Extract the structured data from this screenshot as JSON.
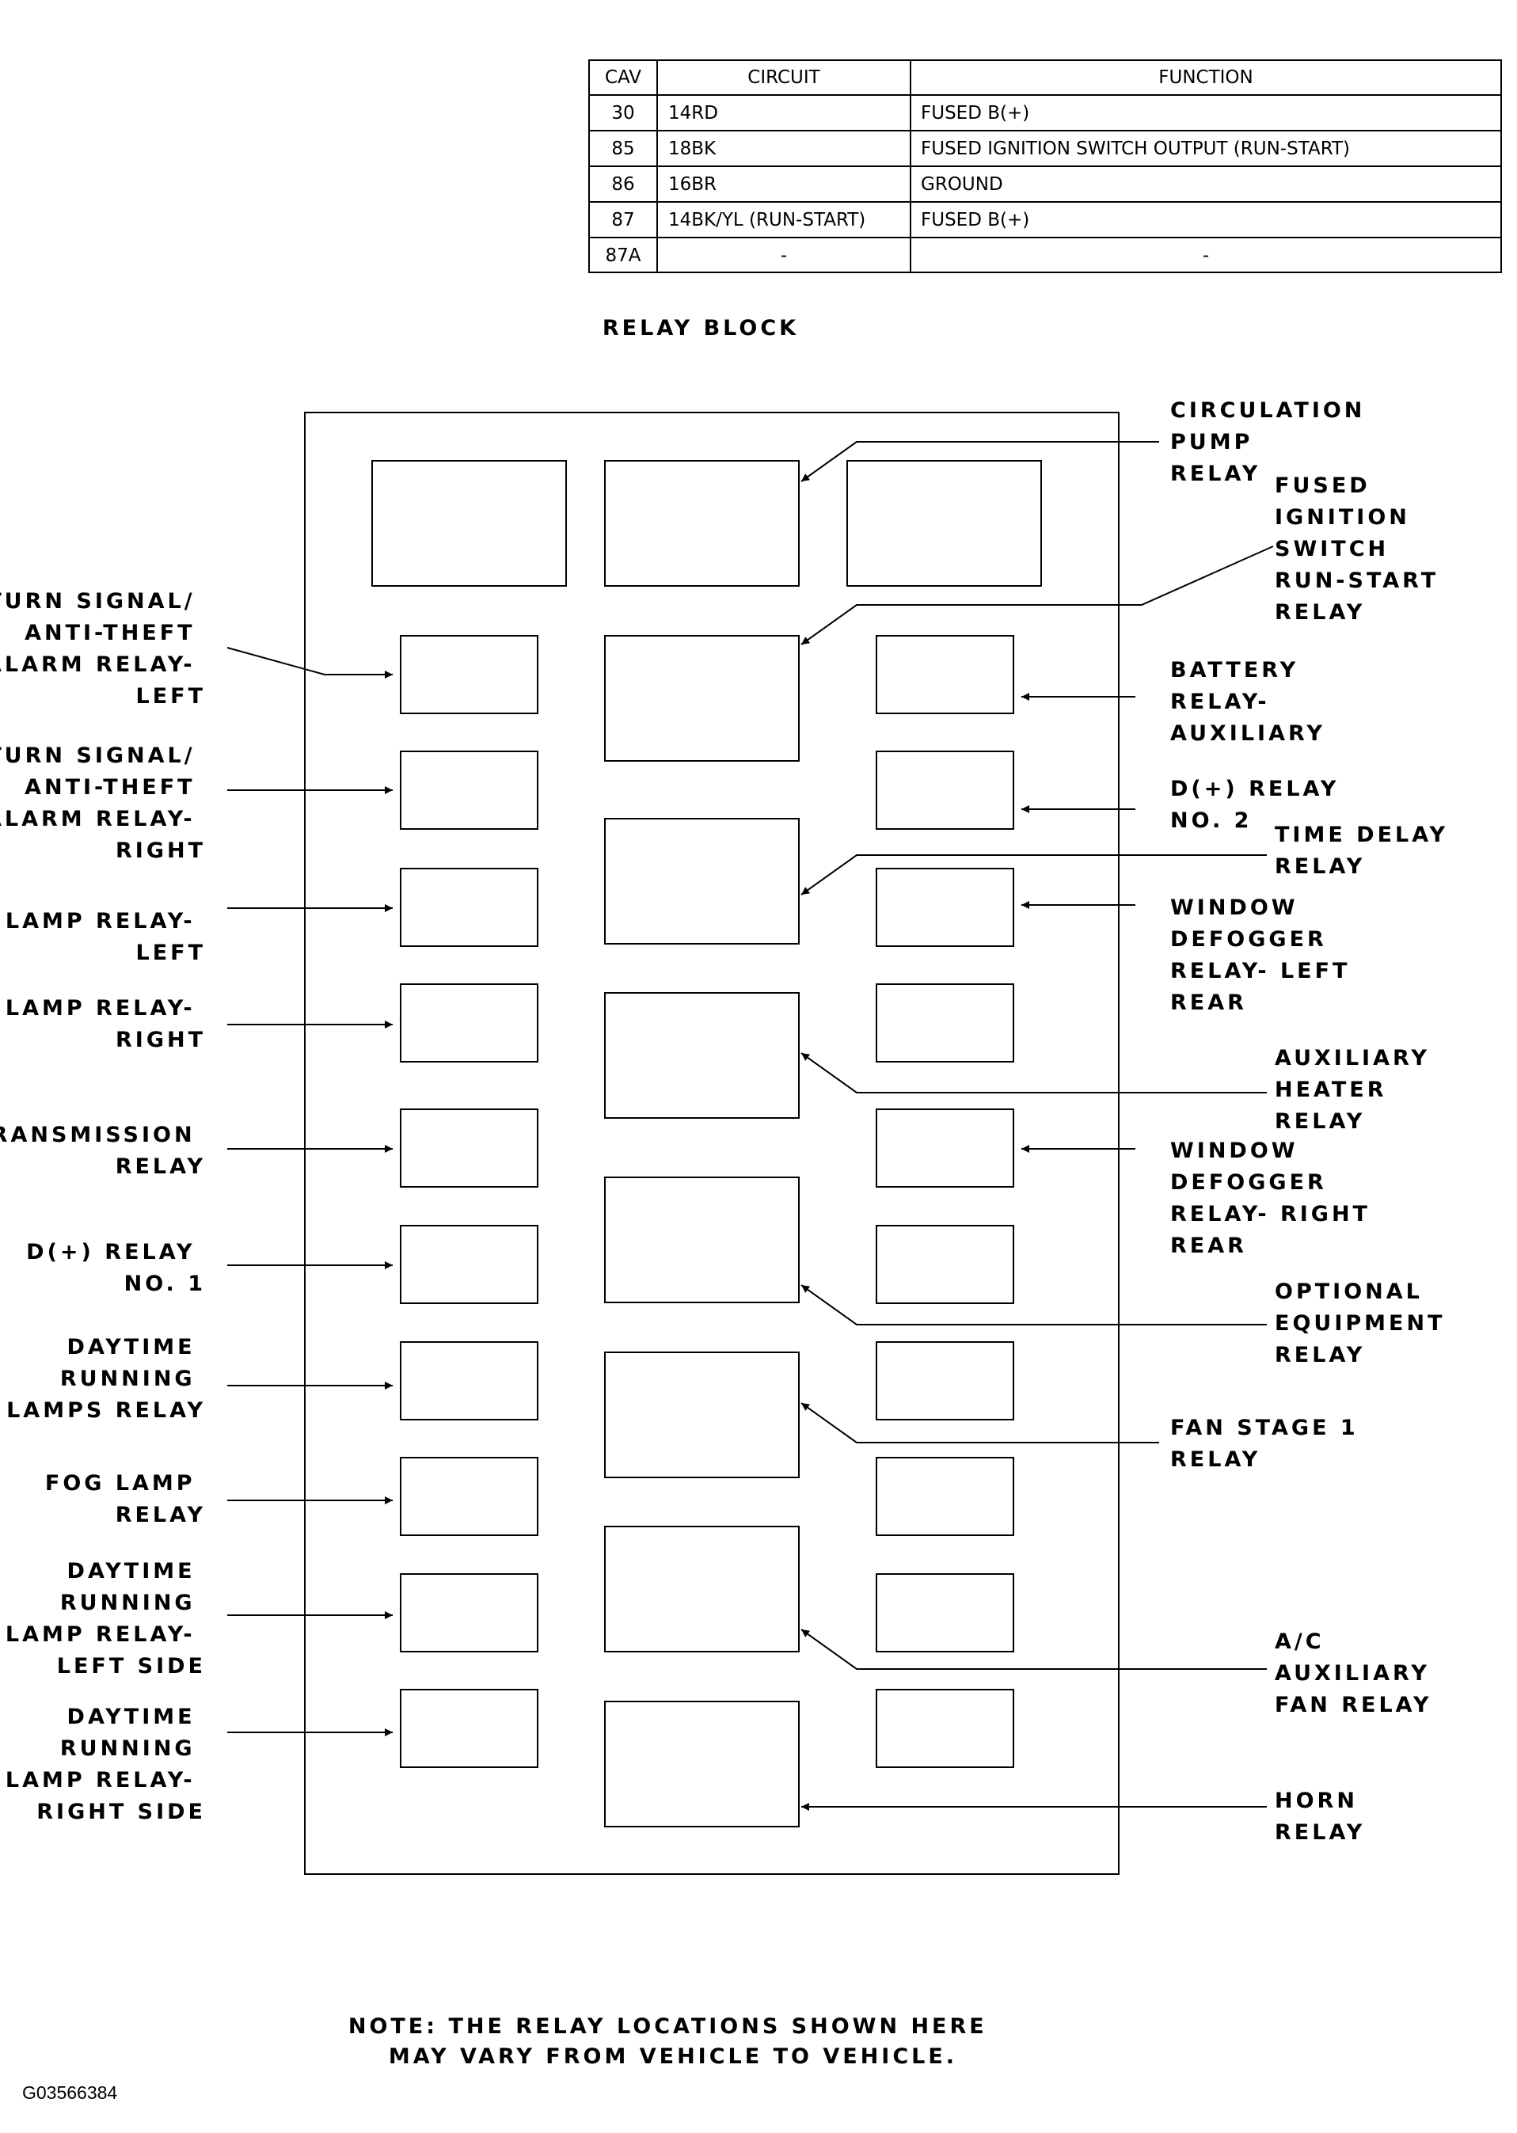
{
  "table": {
    "headers": [
      "CAV",
      "CIRCUIT",
      "FUNCTION"
    ],
    "rows": [
      [
        "30",
        "14RD",
        "FUSED B(+)"
      ],
      [
        "85",
        "18BK",
        "FUSED IGNITION SWITCH OUTPUT (RUN-START)"
      ],
      [
        "86",
        "16BR",
        "GROUND"
      ],
      [
        "87",
        "14BK/YL (RUN-START)",
        "FUSED B(+)"
      ],
      [
        "87A",
        "-",
        "-"
      ]
    ]
  },
  "title": "RELAY BLOCK",
  "labels": {
    "left": [
      [
        "TURN SIGNAL/",
        "ANTI-THEFT",
        "ALARM RELAY-",
        "LEFT"
      ],
      [
        "TURN SIGNAL/",
        "ANTI-THEFT",
        "ALARM RELAY-",
        "RIGHT"
      ],
      [
        "LAMP RELAY-",
        "LEFT"
      ],
      [
        "LAMP RELAY-",
        "RIGHT"
      ],
      [
        "TRANSMISSION",
        "RELAY"
      ],
      [
        "D(+) RELAY",
        "NO. 1"
      ],
      [
        "DAYTIME",
        "RUNNING",
        "LAMPS RELAY"
      ],
      [
        "FOG LAMP",
        "RELAY"
      ],
      [
        "DAYTIME",
        "RUNNING",
        "LAMP RELAY-",
        "LEFT SIDE"
      ],
      [
        "DAYTIME",
        "RUNNING",
        "LAMP RELAY-",
        "RIGHT SIDE"
      ]
    ],
    "right_outer": [
      [
        "CIRCULATION",
        "PUMP",
        "RELAY"
      ],
      [
        "BATTERY",
        "RELAY-",
        "AUXILIARY"
      ],
      [
        "D(+) RELAY",
        "NO. 2"
      ],
      [
        "WINDOW",
        "DEFOGGER",
        "RELAY- LEFT",
        "REAR"
      ],
      [
        "WINDOW",
        "DEFOGGER",
        "RELAY- RIGHT",
        "REAR"
      ],
      [
        "FAN STAGE 1",
        "RELAY"
      ]
    ],
    "right_inner": [
      [
        "FUSED",
        "IGNITION",
        "SWITCH",
        "RUN-START",
        "RELAY"
      ],
      [
        "TIME DELAY",
        "RELAY"
      ],
      [
        "AUXILIARY",
        "HEATER",
        "RELAY"
      ],
      [
        "OPTIONAL",
        "EQUIPMENT",
        "RELAY"
      ],
      [
        "A/C",
        "AUXILIARY",
        "FAN RELAY"
      ],
      [
        "HORN",
        "RELAY"
      ]
    ]
  },
  "note": [
    "NOTE: THE RELAY LOCATIONS SHOWN HERE",
    "MAY VARY FROM VEHICLE TO VEHICLE."
  ],
  "figure_id": "G03566384"
}
